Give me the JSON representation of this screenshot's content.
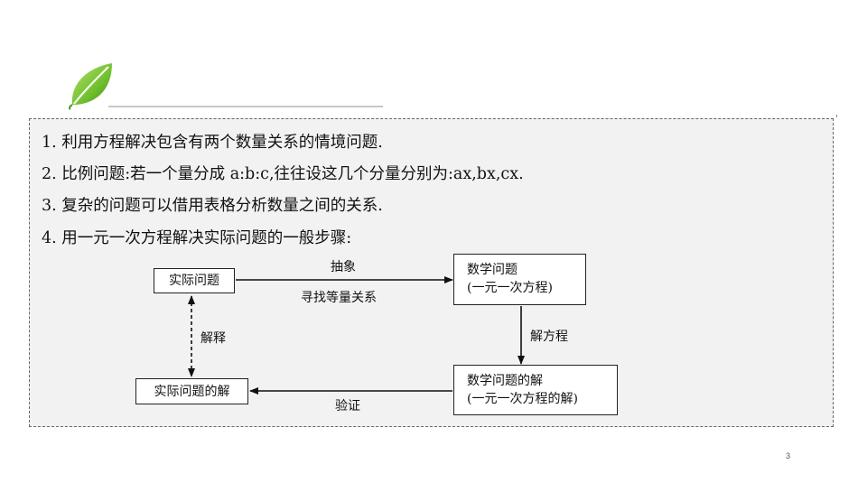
{
  "points": [
    "1. 利用方程解决包含有两个数量关系的情境问题.",
    "2. 比例问题:若一个量分成 a:b:c,往往设这几个分量分别为:ax,bx,cx.",
    "3. 复杂的问题可以借用表格分析数量之间的关系.",
    "4. 用一元一次方程解决实际问题的一般步骤:"
  ],
  "flow": {
    "box_real_problem": "实际问题",
    "box_math_problem_line1": "数学问题",
    "box_math_problem_line2": "(一元一次方程)",
    "box_math_solution_line1": "数学问题的解",
    "box_math_solution_line2": "(一元一次方程的解)",
    "box_real_solution": "实际问题的解",
    "label_abstract": "抽象",
    "label_find_relation": "寻找等量关系",
    "label_solve_equation": "解方程",
    "label_verify": "验证",
    "label_explain": "解释"
  },
  "page_number": "3",
  "colors": {
    "leaf": "#7cc540",
    "panel_bg": "#f2f2f2"
  },
  "icons": {
    "logo": "leaf-icon"
  }
}
